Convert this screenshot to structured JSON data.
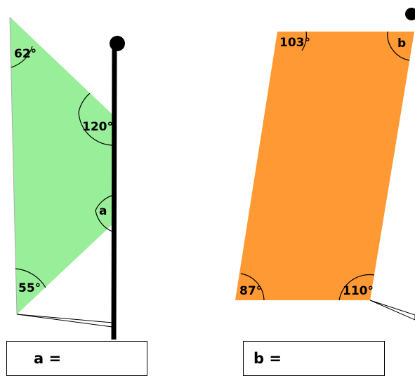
{
  "shapes": {
    "triangle": {
      "fill_color": "#99EE99",
      "angles": {
        "top": "62°",
        "right": "120°",
        "unknown": "a",
        "bottom": "55°"
      }
    },
    "parallelogram": {
      "fill_color": "#FF9933",
      "angles": {
        "top_left": "103°",
        "top_right": "b",
        "bottom_left": "87°",
        "bottom_right": "110°"
      }
    }
  },
  "answers": {
    "a_label": "a =",
    "b_label": "b ="
  }
}
